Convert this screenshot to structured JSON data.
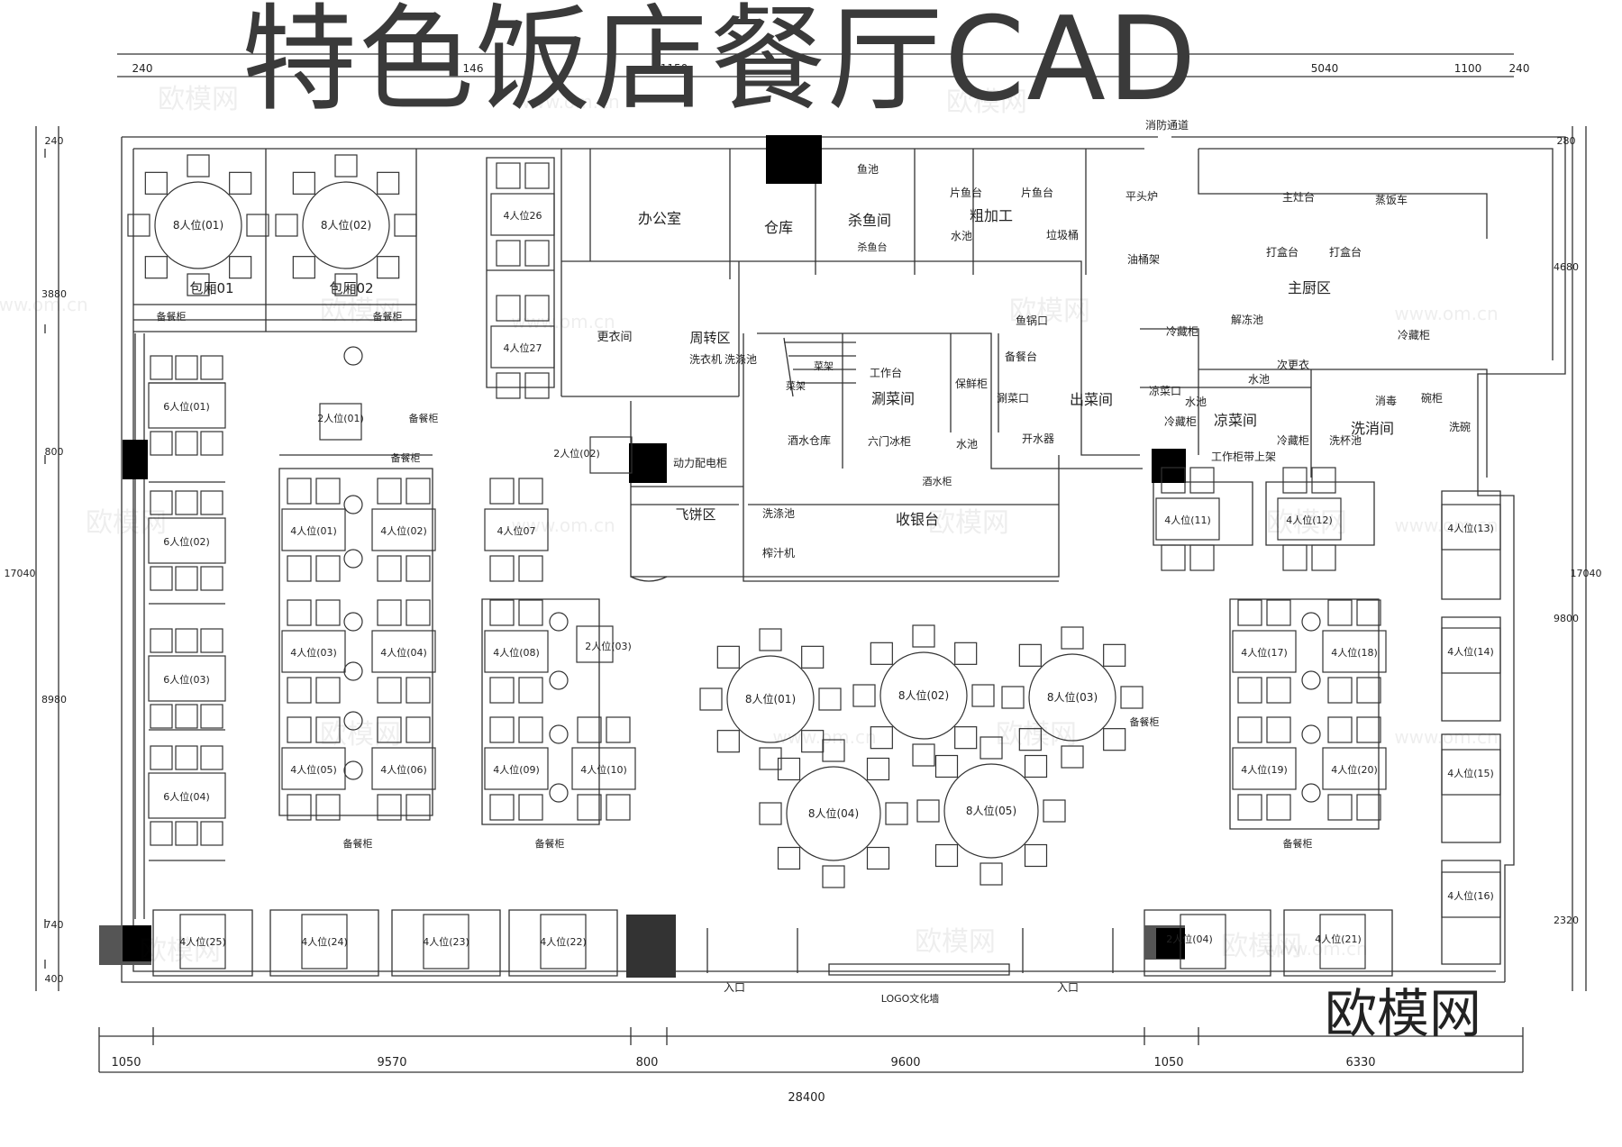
{
  "title": "特色饭店餐厅CAD",
  "watermark_brand": "欧模网",
  "watermark_url": "www.om.cn",
  "dimensions": {
    "top": [
      "240",
      "1150",
      "5040",
      "1100",
      "240"
    ],
    "top_hidden": "146",
    "bottom": [
      "1050",
      "9570",
      "800",
      "9600",
      "1050",
      "6330"
    ],
    "bottom_total": "28400",
    "left": [
      "240",
      "3880",
      "800",
      "8980",
      "740",
      "400"
    ],
    "left_total": "17040",
    "right": [
      "4680",
      "9800",
      "2320"
    ],
    "right_total": "17040",
    "right_top": "280"
  },
  "rooms": {
    "private1": "包厢01",
    "private2": "包厢02",
    "office": "办公室",
    "storage": "仓库",
    "fish_kill": "杀鱼间",
    "rough_process": "粗加工",
    "main_kitchen": "主厨区",
    "locker": "更衣间",
    "turnover": "周转区",
    "rinse": "涮菜间",
    "serving": "出菜间",
    "cold_dish": "凉菜间",
    "washing": "洗消间",
    "flatbread": "飞饼区",
    "cashier": "收银台",
    "power": "动力配电柜",
    "wine_store": "酒水仓库",
    "entrance1": "入口",
    "entrance2": "入口",
    "logo_wall": "LOGO文化墙",
    "fire_exit": "消防通道"
  },
  "labels": {
    "fish_pool": "鱼池",
    "slice_table1": "片鱼台",
    "slice_table2": "片鱼台",
    "flat_stove": "平头炉",
    "oil_rack": "油桶架",
    "fish_table": "杀鱼台",
    "water_pool": "水池",
    "trash": "垃圾桶",
    "main_stove": "主灶台",
    "steamer": "蒸饭车",
    "pack1": "打盒台",
    "pack2": "打盒台",
    "thaw_pool": "解冻池",
    "fridge1": "冷藏柜",
    "fridge2": "冷藏柜",
    "fridge3": "冷藏柜",
    "fridge4": "冷藏柜",
    "fish_pot": "鱼锅口",
    "prep_table": "备餐台",
    "washer": "洗衣机",
    "mop_pool": "洗涤池",
    "veg_rack1": "菜架",
    "veg_rack2": "菜架",
    "work_table": "工作台",
    "fresh_cab": "保鲜柜",
    "rinse_port": "涮菜口",
    "six_door": "六门冰柜",
    "pool_small": "水池",
    "boiler": "开水器",
    "cold_port": "凉菜口",
    "sink2": "水池",
    "sink3": "水池",
    "change": "次更衣",
    "disinfect": "消毒",
    "dish_cab": "碗柜",
    "cup_wash": "洗杯池",
    "dish_wash": "洗碗",
    "work_cab": "工作柜带上架",
    "wine_cab": "酒水柜",
    "wash_pool": "洗涤池",
    "juicer": "榨汁机",
    "spare1": "备餐柜",
    "spare2": "备餐柜",
    "spare3": "备餐柜",
    "spare4": "备餐柜",
    "spare5": "备餐柜",
    "spare6": "备餐柜",
    "spare7": "备餐柜",
    "spare8": "备餐柜"
  },
  "tables": {
    "p01": "8人位(01)",
    "p02": "8人位(02)",
    "t26": "4人位26",
    "t27": "4人位27",
    "s01": "6人位(01)",
    "s02": "6人位(02)",
    "s03": "6人位(03)",
    "s04": "6人位(04)",
    "d01": "2人位(01)",
    "d02": "2人位(02)",
    "d03": "2人位(03)",
    "d04": "2人位(04)",
    "f01": "4人位(01)",
    "f02": "4人位(02)",
    "f03": "4人位(03)",
    "f04": "4人位(04)",
    "f05": "4人位(05)",
    "f06": "4人位(06)",
    "f07": "4人位07",
    "f08": "4人位(08)",
    "f09": "4人位(09)",
    "f10": "4人位(10)",
    "f11": "4人位(11)",
    "f12": "4人位(12)",
    "f13": "4人位(13)",
    "f14": "4人位(14)",
    "f15": "4人位(15)",
    "f16": "4人位(16)",
    "f17": "4人位(17)",
    "f18": "4人位(18)",
    "f19": "4人位(19)",
    "f20": "4人位(20)",
    "f21": "4人位(21)",
    "f22": "4人位(22)",
    "f23": "4人位(23)",
    "f24": "4人位(24)",
    "f25": "4人位(25)",
    "r01": "8人位(01)",
    "r02": "8人位(02)",
    "r03": "8人位(03)",
    "r04": "8人位(04)",
    "r05": "8人位(05)"
  }
}
